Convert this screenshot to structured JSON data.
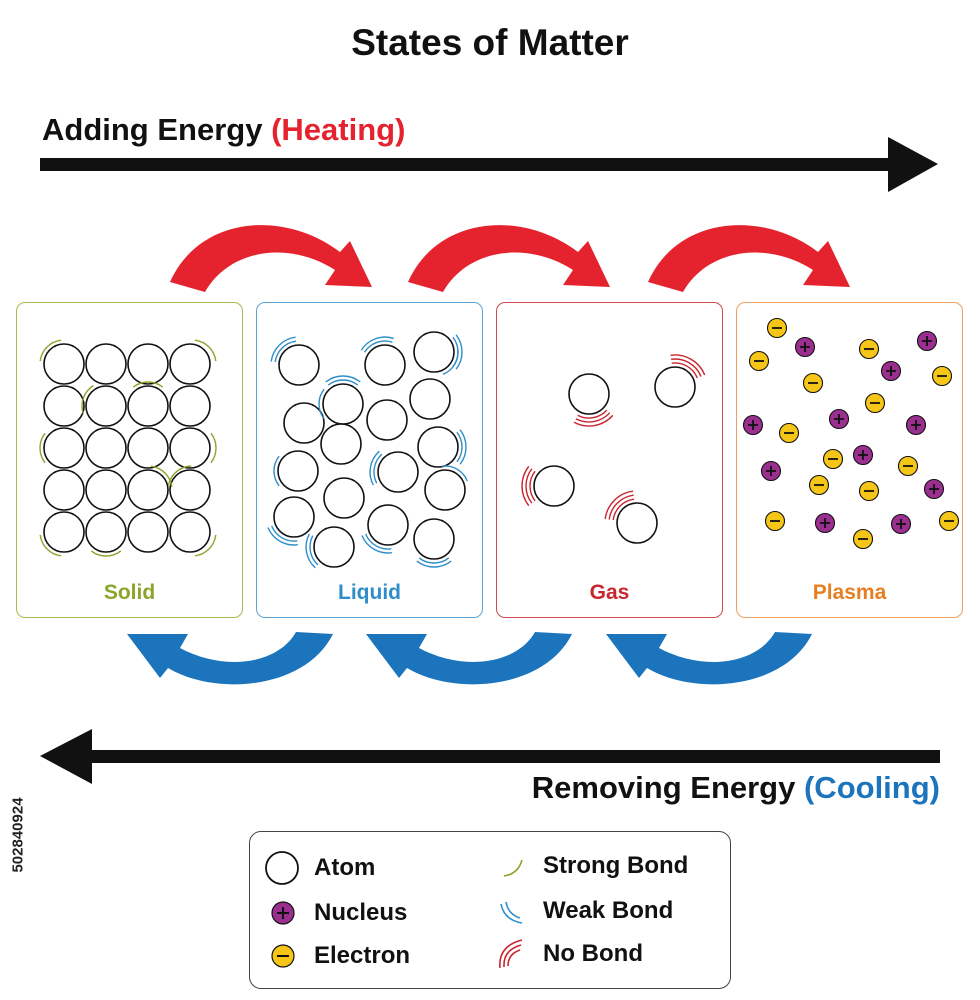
{
  "title": "States of Matter",
  "heating": {
    "prefix": "Adding Energy",
    "highlight": "(Heating)"
  },
  "cooling": {
    "prefix": "Removing Energy",
    "highlight": "(Cooling)"
  },
  "states": [
    {
      "label": "Solid",
      "color": "#8aa62a"
    },
    {
      "label": "Liquid",
      "color": "#2f8ec9"
    },
    {
      "label": "Gas",
      "color": "#c8262e"
    },
    {
      "label": "Plasma",
      "color": "#e87e22"
    }
  ],
  "legend": {
    "atom": "Atom",
    "nucleus": "Nucleus",
    "electron": "Electron",
    "strong_bond": "Strong Bond",
    "weak_bond": "Weak Bond",
    "no_bond": "No Bond"
  },
  "colors": {
    "heating_arrow": "#e5232e",
    "cooling_arrow": "#1c75bc",
    "nucleus": "#9b2f8f",
    "electron": "#f5c518"
  },
  "watermark_id": "502840924"
}
